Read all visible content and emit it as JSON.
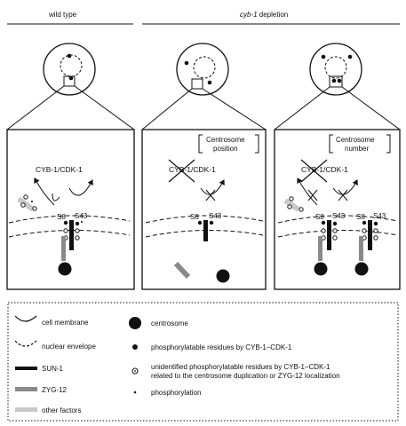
{
  "headers": {
    "wild_type": "wild type",
    "cyb_italic": "cyb-1",
    "depletion": " depletion"
  },
  "panels": {
    "complex_label": "CYB-1/CDK-1",
    "s8": "S8",
    "s43": "S43",
    "bracket_position_line1": "Centrosome",
    "bracket_position_line2": "position",
    "bracket_number_line1": "Centrosome",
    "bracket_number_line2": "number"
  },
  "legend": {
    "cell_membrane": "cell membrane",
    "nuclear_envelope": "nuclear envelope",
    "sun1": "SUN-1",
    "zyg12": "ZYG-12",
    "other_factors": "other factors",
    "centrosome": "centrosome",
    "phospho_residues": "phosphorylatable residues by CYB-1–CDK-1",
    "unidentified_line1": "unidentified phosphorylatable residues by CYB-1–CDK-1",
    "unidentified_line2": "related to the centrosome duplication or ZYG-12 localization",
    "phosphorylation": "phosphorylation"
  },
  "colors": {
    "black": "#111111",
    "sun1": "#111111",
    "zyg12": "#8a8a8a",
    "other_factors": "#c8c8c8"
  }
}
